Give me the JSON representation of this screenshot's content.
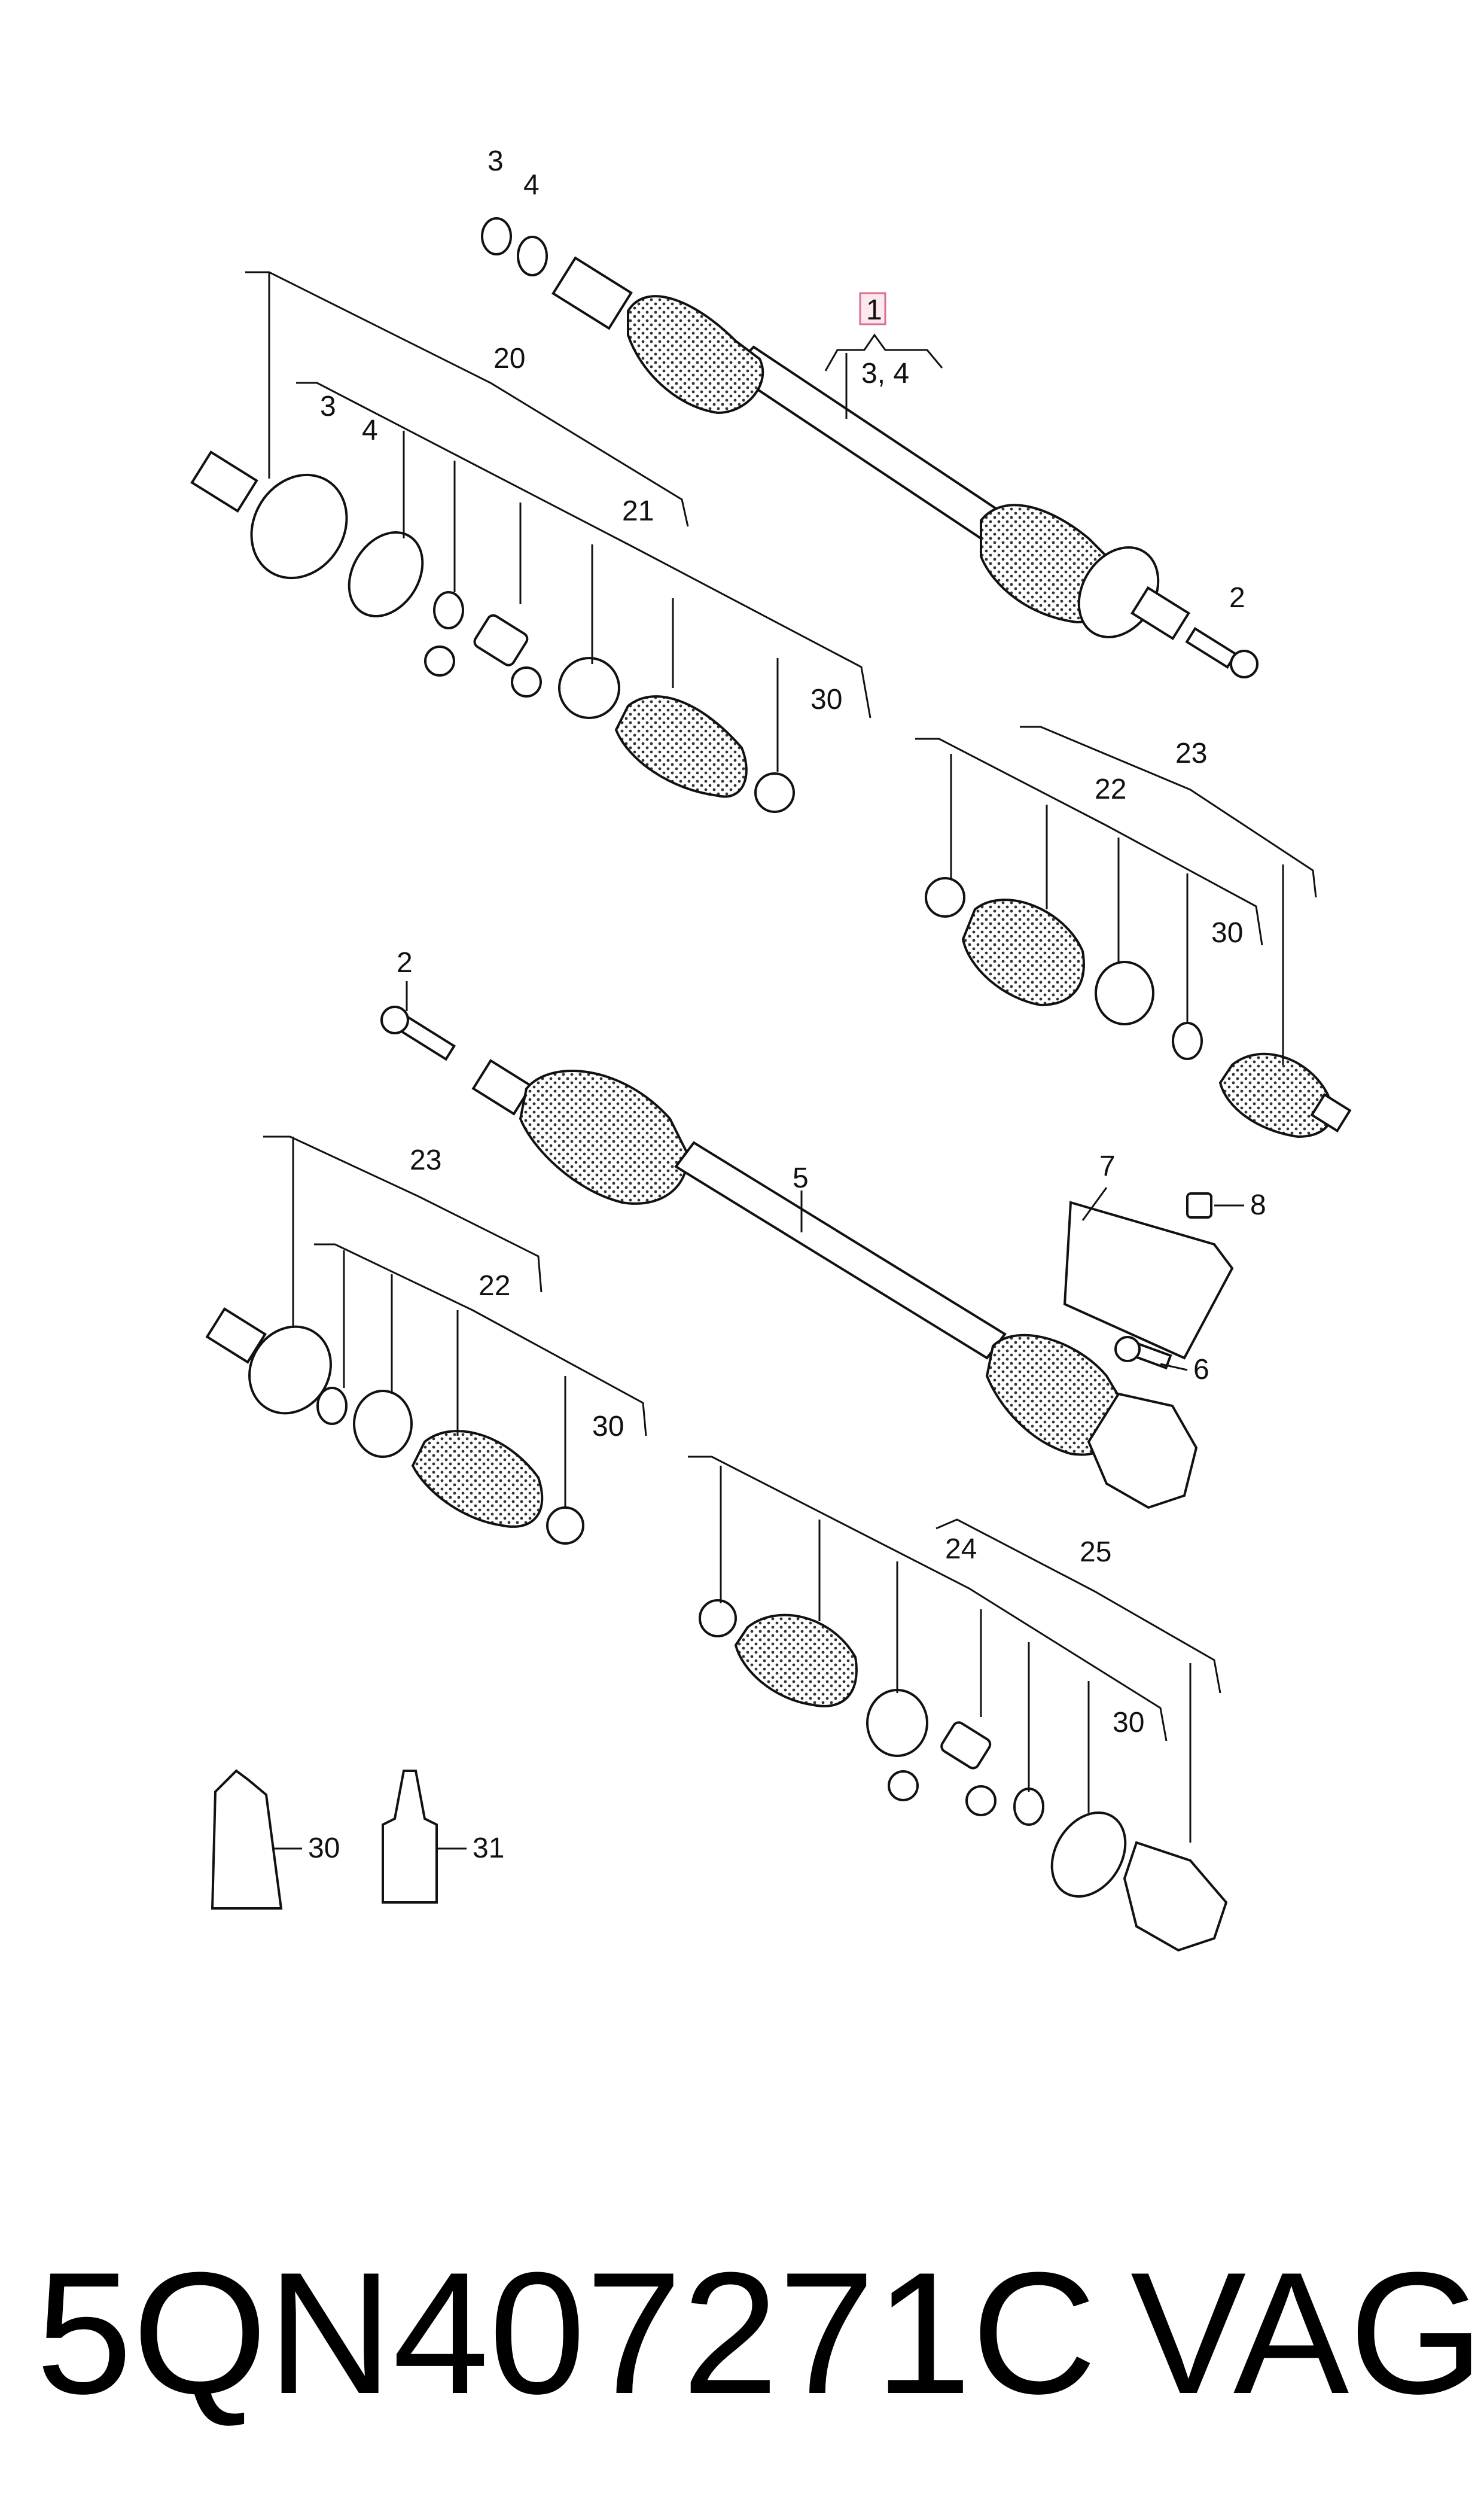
{
  "callouts": {
    "c1": "1",
    "c2a": "2",
    "c2b": "2",
    "c3a": "3",
    "c3b": "3",
    "c3_4": "3, 4",
    "c4a": "4",
    "c4b": "4",
    "c5": "5",
    "c6": "6",
    "c7": "7",
    "c8": "8",
    "c20": "20",
    "c21": "21",
    "c22a": "22",
    "c22b": "22",
    "c23a": "23",
    "c23b": "23",
    "c24": "24",
    "c25": "25",
    "c30a": "30",
    "c30b": "30",
    "c30c": "30",
    "c30d": "30",
    "c30e": "30",
    "c31": "31"
  },
  "footer": {
    "part_number": "5QN407271C",
    "brand": "VAG"
  },
  "colors": {
    "line": "#111111",
    "highlight_fill": "#fde8ee",
    "highlight_border": "#d9708f"
  }
}
